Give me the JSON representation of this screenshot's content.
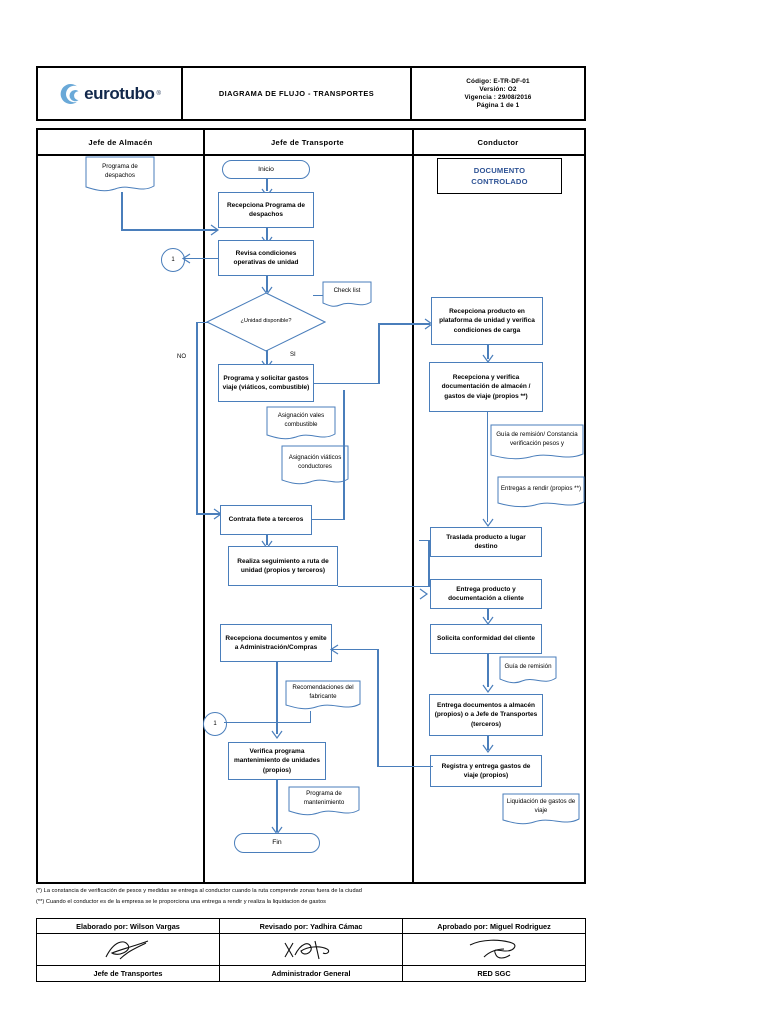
{
  "header": {
    "logo_text": "eurotubo",
    "logo_registered": "®",
    "title": "DIAGRAMA DE FLUJO - TRANSPORTES",
    "codigo": "Código: E-TR-DF-01",
    "version": "Versión: O2",
    "vigencia": "Vigencia : 29/08/2016",
    "pagina": "Página  1 de 1"
  },
  "lanes": [
    {
      "label": "Jefe de Almacén"
    },
    {
      "label": "Jefe de Transporte"
    },
    {
      "label": "Conductor"
    }
  ],
  "control_stamp": {
    "line1": "DOCUMENTO",
    "line2": "CONTROLADO"
  },
  "flow": {
    "almacen": {
      "doc_programa": "Programa de despachos",
      "connector_1": "1",
      "connector_2": "1",
      "label_no": "NO"
    },
    "transporte": {
      "inicio": "Inicio",
      "recepciona_programa": "Recepciona Programa de despachos",
      "revisa_condiciones": "Revisa condiciones operativas de unidad",
      "checklist": "Check list",
      "decision": "¿Unidad disponible?",
      "label_si": "SI",
      "programa_solicita": "Programa y solicitar gastos viaje (viáticos, combustible)",
      "doc_vales": "Asignación vales combustible",
      "doc_viaticos": "Asignación viáticos conductores",
      "contrata_flete": "Contrata flete a terceros",
      "realiza_seguimiento": "Realiza seguimiento a ruta de unidad (propios y terceros)",
      "recepciona_documentos": "Recepciona documentos  y emite a Administración/Compras",
      "doc_recomendaciones": "Recomendaciones del fabricante",
      "verifica_programa": "Verifica programa mantenimiento de unidades (propios)",
      "doc_programa_mant": "Programa de mantenimiento",
      "fin": "Fin"
    },
    "conductor": {
      "recepciona_producto": "Recepciona producto en plataforma de unidad y verifica condiciones de carga",
      "recepciona_verifica_doc": "Recepciona y verifica documentación de almacén / gastos de viaje (propios **)",
      "doc_guia": "Guía de remisión/ Constancia verificación pesos y",
      "doc_entregas": "Entregas a rendir (propios **)",
      "traslada_producto": "Traslada producto a lugar destino",
      "entrega_producto": "Entrega producto y documentación a cliente",
      "solicita_conformidad": "Solicita conformidad del cliente",
      "doc_guia_remision": "Guía de remisión",
      "entrega_documentos": "Entrega documentos a almacén (propios) o a Jefe de Transportes (terceros)",
      "registra_entrega": "Registra y entrega gastos de viaje (propios)",
      "doc_liquidacion": "Liquidación de gastos de viaje"
    }
  },
  "footnotes": [
    "(*) La constancia de verificación de pesos y medidas se entrega al conductor cuando la ruta comprende zonas fuera de la ciudad",
    "(**) Cuando el conductor es de la empresa se le proporciona una entrega a rendir y realiza la liquidacion de gastos"
  ],
  "signatures": {
    "prepared": "Elaborado por: Wilson Vargas",
    "reviewed": "Revisado por: Yadhira Cámac",
    "approved": "Aprobado por: Miguel Rodriguez",
    "role_prepared": "Jefe de Transportes",
    "role_reviewed": "Administrador General",
    "role_approved": "RED SGC"
  },
  "colors": {
    "flow_line": "#4a7ebb",
    "stamp_text": "#2e5395",
    "logo_dark": "#12284b",
    "logo_light": "#6aa9d8"
  }
}
